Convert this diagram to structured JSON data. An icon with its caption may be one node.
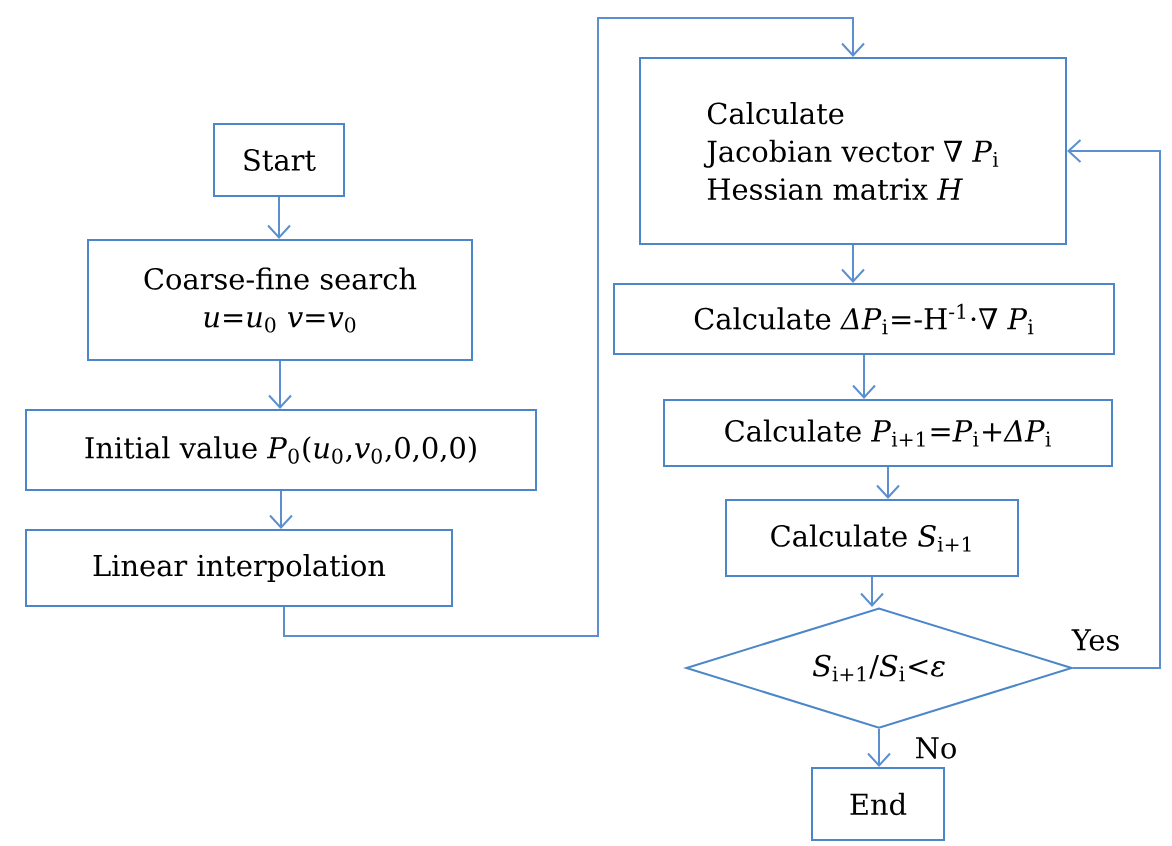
{
  "diagram": {
    "nodes": [
      {
        "text": [
          "Start"
        ]
      },
      {
        "text": [
          "Coarse-fine search",
          "*u*=*u*$_{0}$ *v*=*v*$_{0}$"
        ]
      },
      {
        "text": [
          "Initial value *P*$_{0}$(*u*$_{0}$,*v*$_{0}$,0,0,0)"
        ]
      },
      {
        "text": [
          "Linear interpolation"
        ]
      },
      {
        "text": [
          "Calculate",
          "Jacobian vector ∇ *P*$_{i}$",
          "Hessian matrix *H*"
        ]
      },
      {
        "text": [
          "Calculate *ΔP*$_{i}$=-H$^{-1}$·∇ *P*$_{i}$"
        ]
      },
      {
        "text": [
          "Calculate *P*$_{i+1}$=*P*$_{i}$+*ΔP*$_{i}$"
        ]
      },
      {
        "text": [
          "Calculate *S*$_{i+1}$"
        ]
      },
      {
        "text": [
          "*S*$_{i+1}$/*S*$_{i}$<*ε*"
        ]
      },
      {
        "text": [
          "End"
        ]
      }
    ],
    "edges": [
      {
        "from": 0,
        "to": 1,
        "arrow": "to"
      },
      {
        "from": 1,
        "to": 2,
        "arrow": "to"
      },
      {
        "from": 2,
        "to": 3,
        "arrow": "to"
      },
      {
        "from": 3,
        "to": 4,
        "arrow": "to"
      },
      {
        "from": 4,
        "to": 5,
        "arrow": "to"
      },
      {
        "from": 5,
        "to": 6,
        "arrow": "to"
      },
      {
        "from": 6,
        "to": 7,
        "arrow": "to"
      },
      {
        "from": 7,
        "to": 8,
        "arrow": "to"
      },
      {
        "from": 8,
        "to": 4,
        "arrow": "to",
        "label": "Yes"
      },
      {
        "from": 8,
        "to": 9,
        "arrow": "to",
        "label": "No"
      }
    ]
  }
}
